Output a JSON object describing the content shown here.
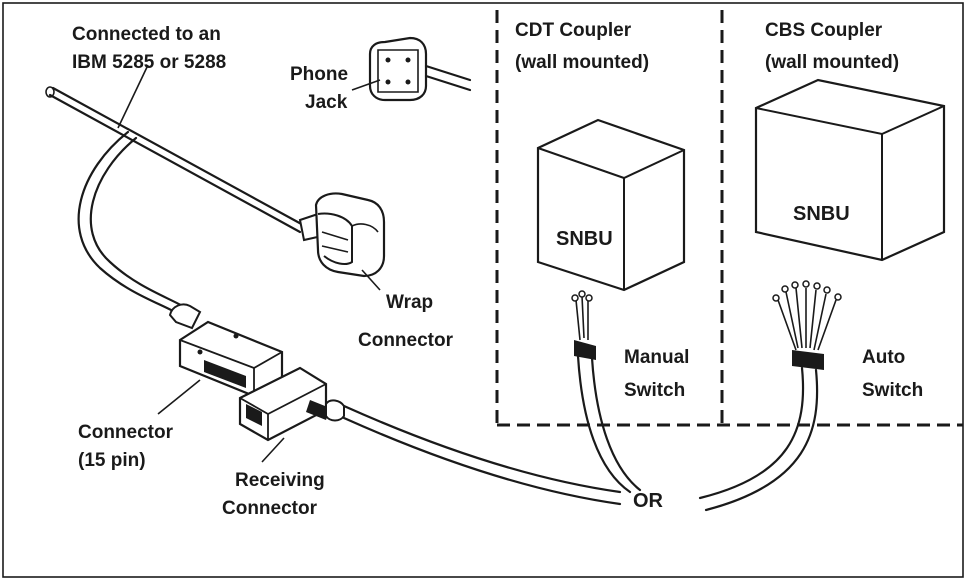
{
  "labels": {
    "source_line1": "Connected to an",
    "source_line2": "IBM 5285 or 5288",
    "phone_jack_line1": "Phone",
    "phone_jack_line2": "Jack",
    "wrap_line1": "Wrap",
    "wrap_line2": "Connector",
    "connector15_line1": "Connector",
    "connector15_line2": "(15 pin)",
    "receiving_line1": "Receiving",
    "receiving_line2": "Connector",
    "or": "OR"
  },
  "cdt_coupler": {
    "title_line1": "CDT Coupler",
    "title_line2": "(wall mounted)",
    "box_label": "SNBU",
    "switch_line1": "Manual",
    "switch_line2": "Switch"
  },
  "cbs_coupler": {
    "title_line1": "CBS Coupler",
    "title_line2": "(wall mounted)",
    "box_label": "SNBU",
    "switch_line1": "Auto",
    "switch_line2": "Switch"
  }
}
